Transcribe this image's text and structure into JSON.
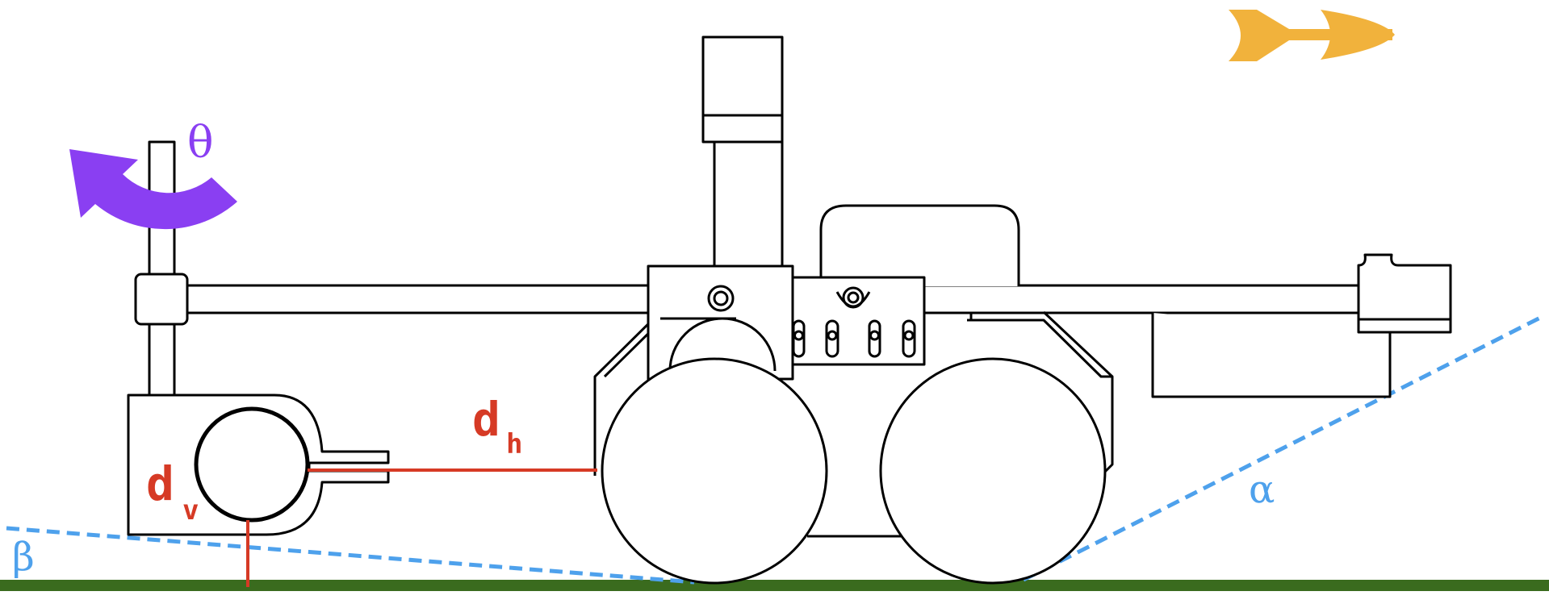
{
  "labels": {
    "theta": "θ",
    "dh_main": "d",
    "dh_sub": "h",
    "dv_main": "d",
    "dv_sub": "v",
    "alpha": "α",
    "beta": "β"
  },
  "colors": {
    "outline": "#000000",
    "ground": "#3a6b1e",
    "distance": "#d63a25",
    "angle": "#4ea1ec",
    "rotation": "#8a3ff2",
    "direction": "#f1b23c"
  },
  "icons": {
    "rotation": "curved-arrow-icon",
    "direction": "right-arrow-icon"
  }
}
